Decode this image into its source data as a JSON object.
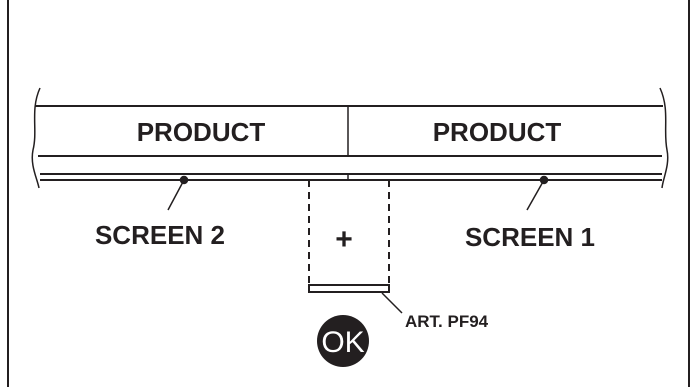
{
  "diagram": {
    "product_left": "PRODUCT",
    "product_right": "PRODUCT",
    "screen_left": "SCREEN 2",
    "screen_right": "SCREEN 1",
    "plus": "+",
    "article": "ART. PF94",
    "ok": "OK",
    "colors": {
      "ink": "#231f20",
      "background": "#ffffff"
    }
  }
}
